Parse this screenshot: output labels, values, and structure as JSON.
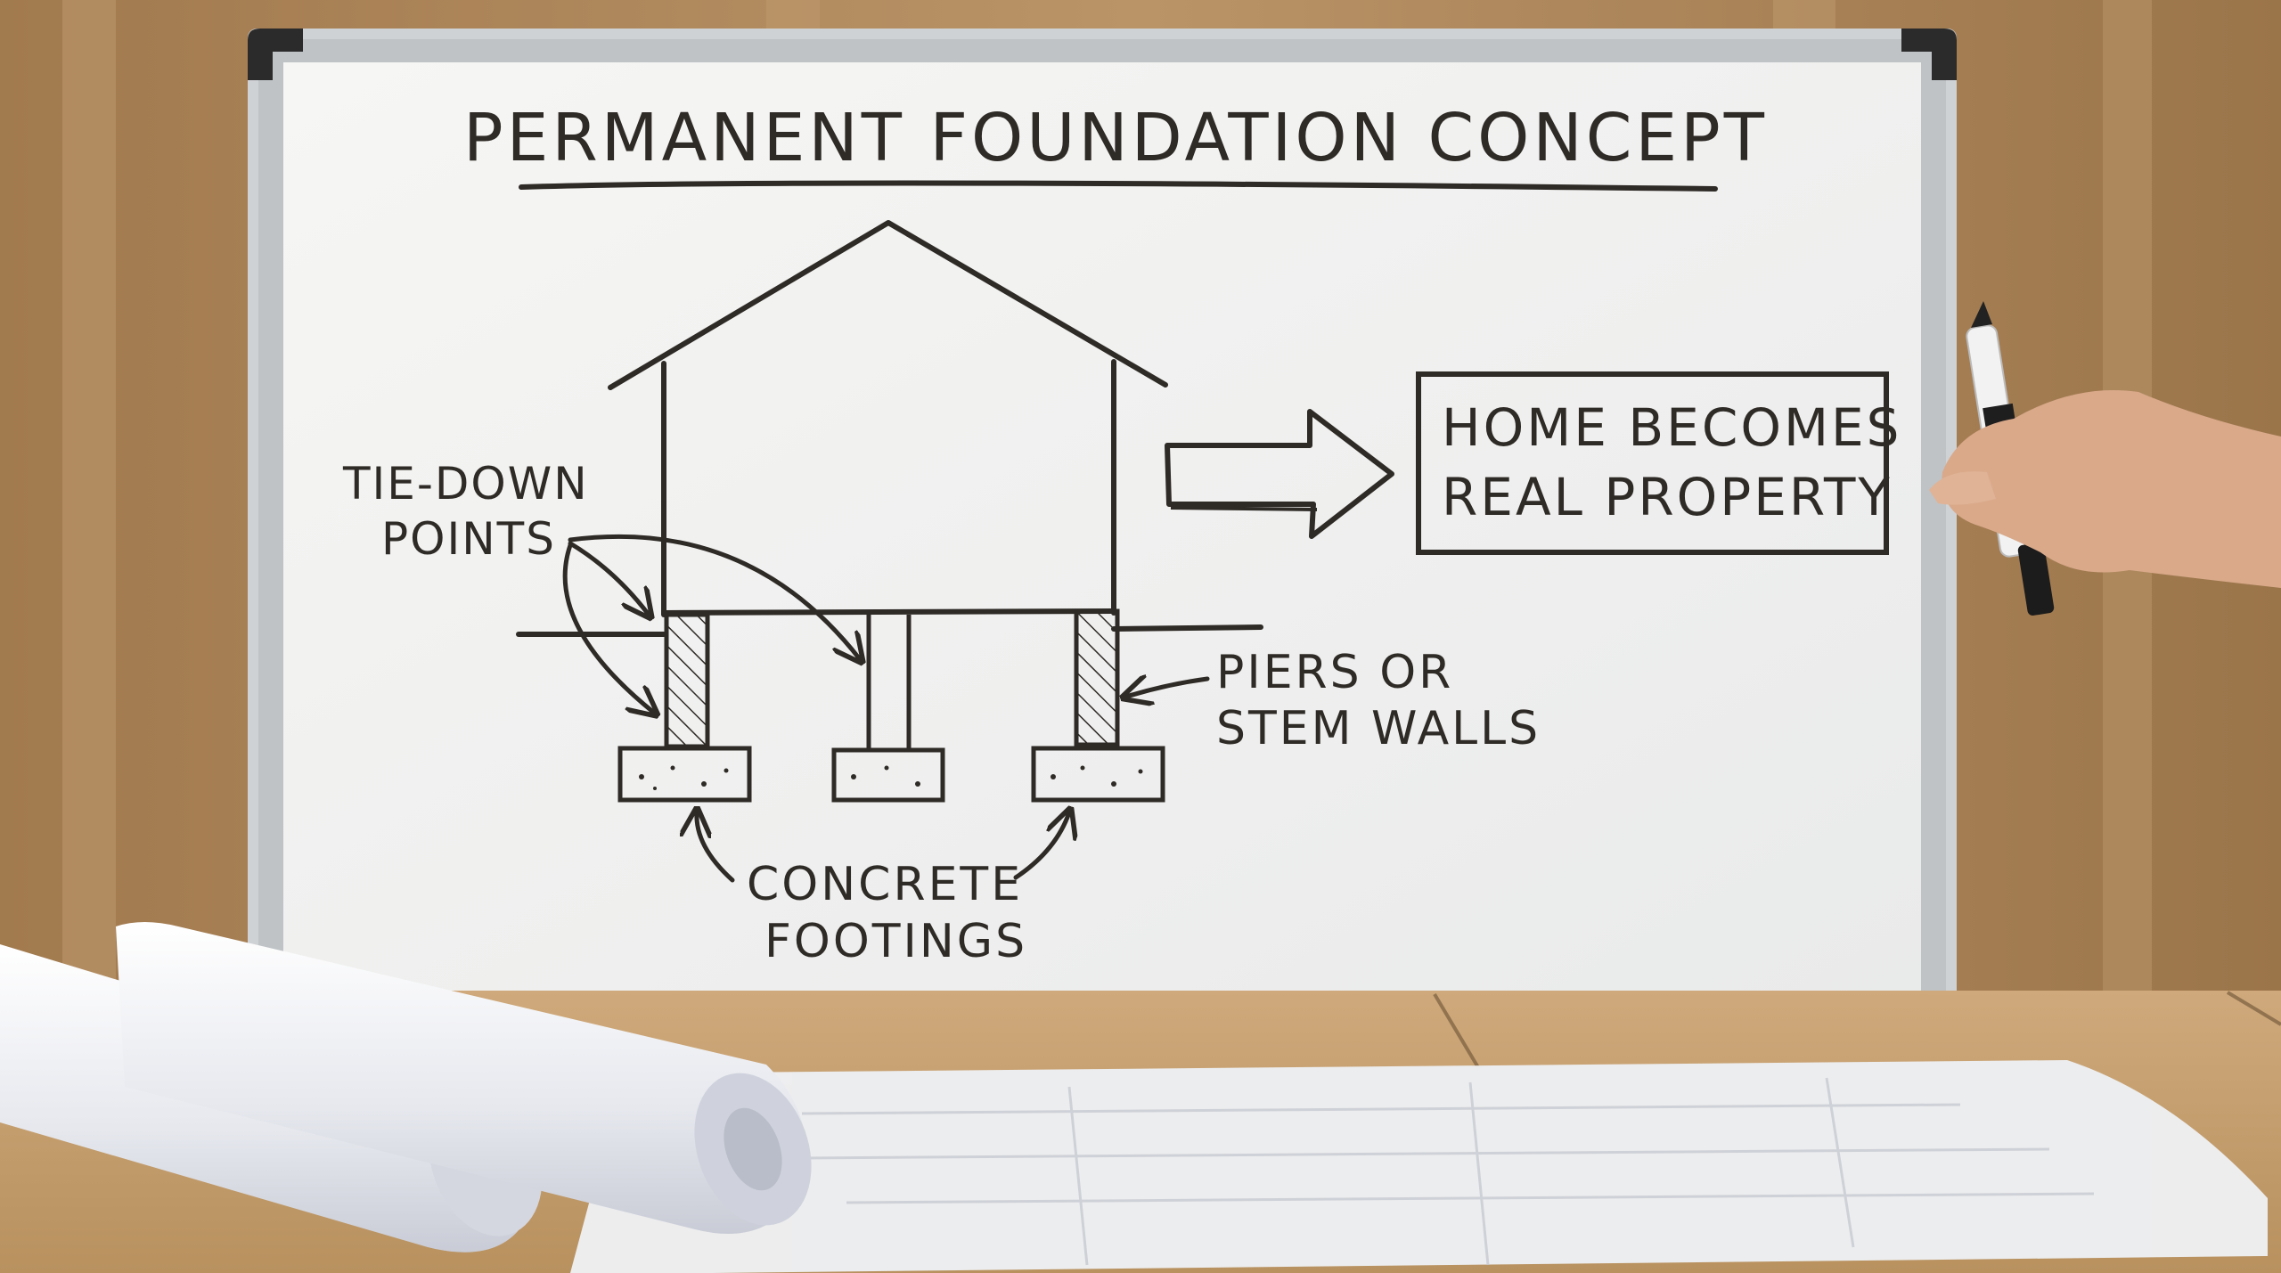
{
  "board": {
    "title": "Permanent Foundation Concept",
    "callout": {
      "line1": "Home Becomes",
      "line2": "Real Property"
    },
    "labels": {
      "tie_down_line1": "Tie-Down",
      "tie_down_line2": "Points",
      "piers_line1": "Piers or",
      "piers_line2": "Stem Walls",
      "footings_line1": "Concrete",
      "footings_line2": "Footings"
    }
  },
  "colors": {
    "wall_wood": "#b88e5e",
    "board_surface": "#f3f3f1",
    "board_frame": "#c9cccf",
    "ink": "#2e2a26",
    "table_plywood": "#c9a57a",
    "blueprint_paper": "#eef0f3"
  },
  "marker": {
    "icon": "dry-erase-marker"
  }
}
